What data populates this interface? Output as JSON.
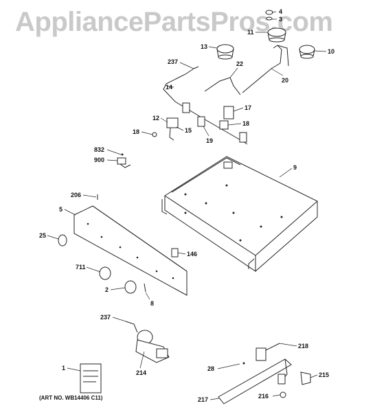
{
  "watermark": "AppliancePartsPros.com",
  "art_number": "(ART NO. WB14406 C11)",
  "callouts": [
    "4",
    "3",
    "11",
    "13",
    "10",
    "237",
    "22",
    "14",
    "20",
    "12",
    "17",
    "15",
    "18",
    "18",
    "19",
    "832",
    "900",
    "9",
    "206",
    "5",
    "25",
    "146",
    "711",
    "2",
    "8",
    "237",
    "218",
    "1",
    "214",
    "28",
    "215",
    "217",
    "216"
  ]
}
